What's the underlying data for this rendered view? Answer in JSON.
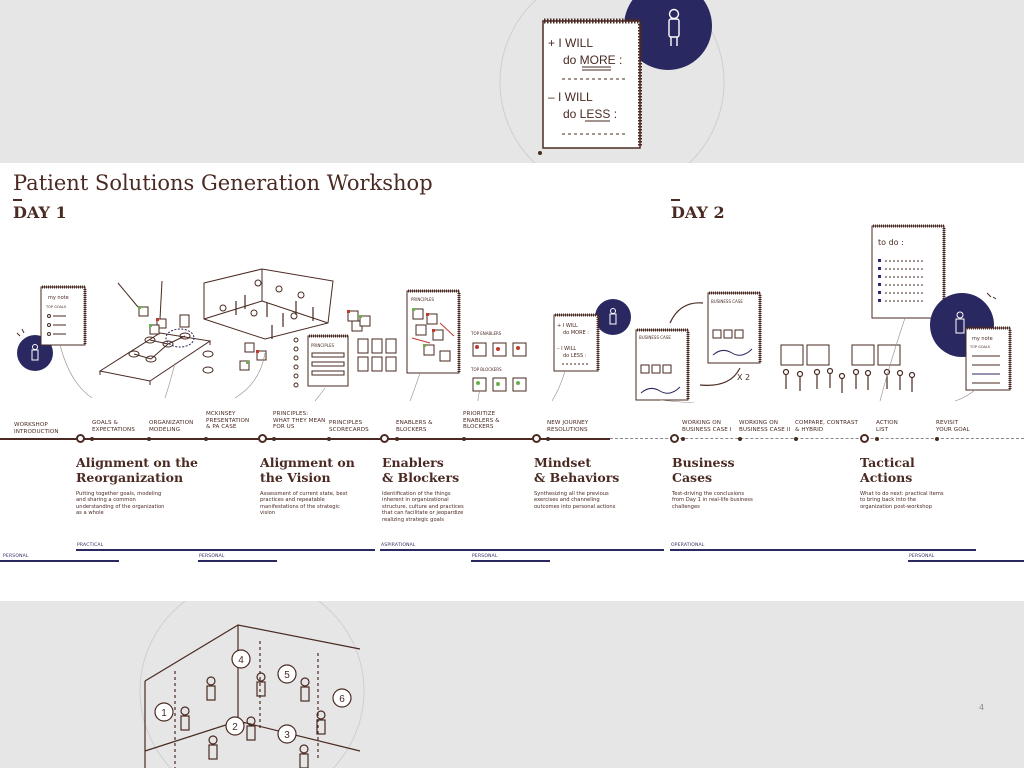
{
  "title": "Patient Solutions Generation Workshop",
  "days": [
    "DAY 1",
    "DAY 2"
  ],
  "steps": [
    "WORKSHOP\nINTRODUCTION",
    "GOALS &\nEXPECTATIONS",
    "ORGANIZATION\nMODELING",
    "McKINSEY\nPRESENTATION\n& PA CASE",
    "PRINCIPLES:\nWHAT THEY MEAN\nFOR US",
    "PRINCIPLES\nSCORECARDS",
    "ENABLERS &\nBLOCKERS",
    "PRIORITIZE\nENABLERS &\nBLOCKERS",
    "NEW JOURNEY\nRESOLUTIONS",
    "WORKING ON\nBUSINESS CASE I",
    "WORKING ON\nBUSINESS CASE II",
    "COMPARE, CONTRAST\n& HYBRID",
    "ACTION\nLIST",
    "REVISIT\nYOUR GOAL"
  ],
  "sections": [
    {
      "heading": "Alignment on the\nReorganization",
      "desc": "Putting together goals, modeling\nand sharing a common\nunderstanding of the organization\nas a whole"
    },
    {
      "heading": "Alignment on\nthe Vision",
      "desc": "Assessment of current state, best\npractices and repeatable\nmanifestations of the strategic\nvision"
    },
    {
      "heading": "Enablers\n& Blockers",
      "desc": "Identification of the things\ninherent in organizational\nstructure, culture and practices\nthat can facilitate or jeopardize\nrealizing strategic goals"
    },
    {
      "heading": "Mindset\n& Behaviors",
      "desc": "Synthesizing all the previous\nexercises and channeling\noutcomes into personal actions"
    },
    {
      "heading": "Business\nCases",
      "desc": "Test-driving the conclusions\nfrom Day 1 in real-life business\nchallenges"
    },
    {
      "heading": "Tactical\nActions",
      "desc": "What to do next: practical items\nto bring back into the\norganization post-workshop"
    }
  ],
  "categories": {
    "practical": "PRACTICAL",
    "aspirational": "ASPIRATIONAL",
    "operational": "OPERATIONAL",
    "personal": "PERSONAL"
  },
  "sketch_text": {
    "will_more_1": "+ I WILL",
    "will_more_2": "do MORE :",
    "will_less_1": "– I WILL",
    "will_less_2": "do LESS :",
    "my_note": "my note",
    "top_goals": "TOP GOALS",
    "principles": "PRINCIPLES",
    "top_enablers": "TOP ENABLERS",
    "top_blockers": "TOP BLOCKERS",
    "business_case": "BUSINESS CASE",
    "times_two": "X 2",
    "to_do": "to do :"
  },
  "page_number": "4",
  "colors": {
    "ink": "#4a2a22",
    "navy": "#2a2860",
    "red": "#c0392b",
    "green": "#6ab04c"
  }
}
